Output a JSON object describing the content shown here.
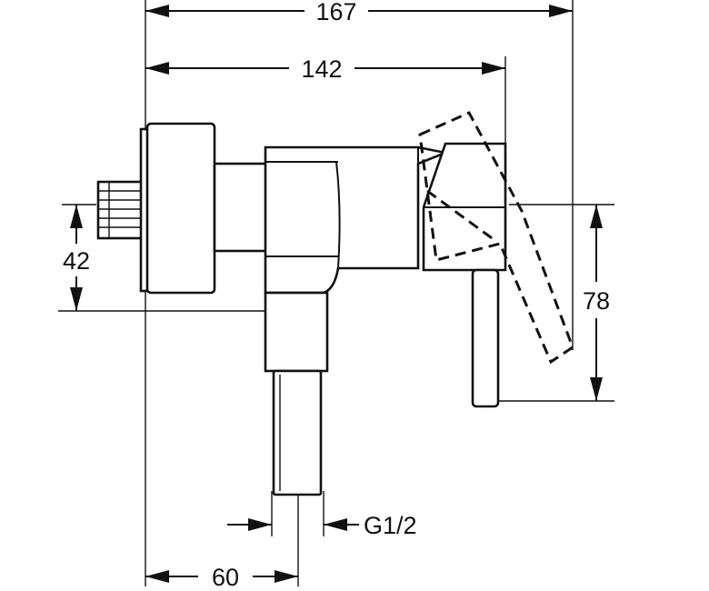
{
  "dimensions": {
    "overall_width": "167",
    "handle_width": "142",
    "inlet_offset": "42",
    "height": "78",
    "thread": "G1/2",
    "outlet_offset": "60"
  },
  "colors": {
    "line": "#111111",
    "background": "#ffffff"
  }
}
